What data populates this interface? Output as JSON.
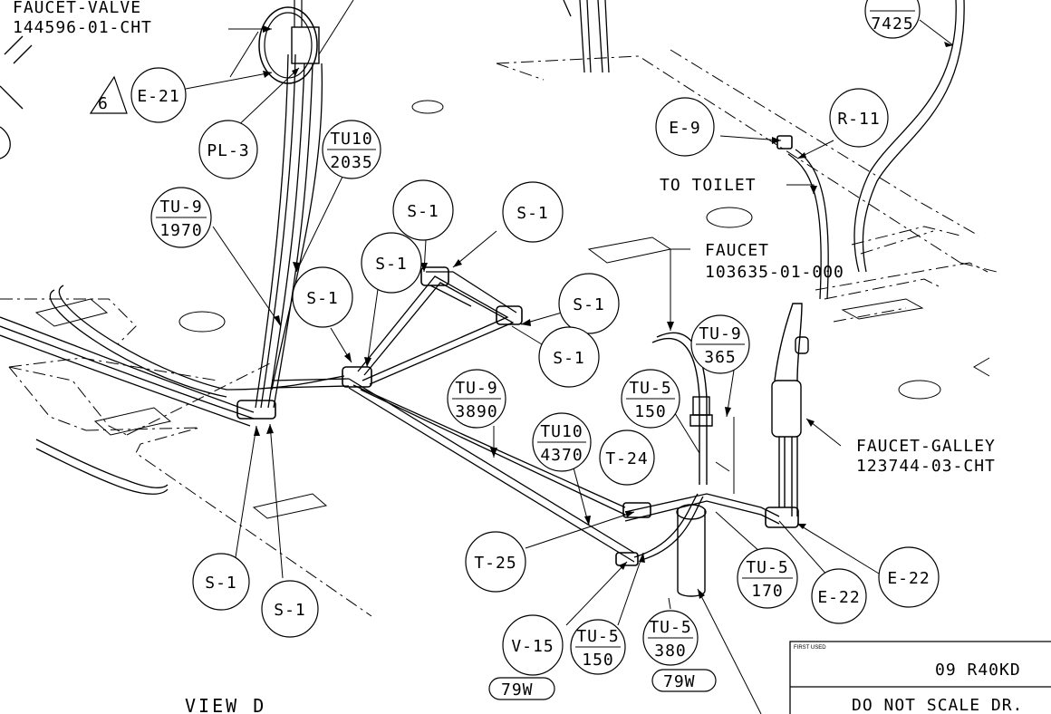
{
  "drawing": {
    "view_title": "VIEW D",
    "callouts": {
      "faucet_valve_title": "FAUCET-VALVE",
      "faucet_valve_pn": "144596-01-CHT",
      "faucet_title": "FAUCET",
      "faucet_pn": "103635-01-000",
      "faucet_galley_title": "FAUCET-GALLEY",
      "faucet_galley_pn": "123744-03-CHT",
      "to_toilet": "TO TOILET",
      "note_triangle": "6"
    },
    "bubbles": [
      {
        "id": "b1",
        "top": "",
        "bottom": "7425"
      },
      {
        "id": "b2",
        "text": "E-21"
      },
      {
        "id": "b3",
        "text": "PL-3"
      },
      {
        "id": "b4",
        "top": "TU10",
        "bottom": "2035"
      },
      {
        "id": "b5",
        "top": "TU-9",
        "bottom": "1970"
      },
      {
        "id": "b6",
        "text": "E-9"
      },
      {
        "id": "b7",
        "text": "R-11"
      },
      {
        "id": "b8",
        "text": "S-1"
      },
      {
        "id": "b9",
        "text": "S-1"
      },
      {
        "id": "b10",
        "text": "S-1"
      },
      {
        "id": "b11",
        "text": "S-1"
      },
      {
        "id": "b12",
        "text": "S-1"
      },
      {
        "id": "b13",
        "text": "S-1"
      },
      {
        "id": "b14",
        "top": "TU-9",
        "bottom": "365"
      },
      {
        "id": "b15",
        "top": "TU-5",
        "bottom": "150"
      },
      {
        "id": "b16",
        "top": "TU-9",
        "bottom": "3890"
      },
      {
        "id": "b17",
        "top": "TU10",
        "bottom": "4370"
      },
      {
        "id": "b18",
        "text": "T-24"
      },
      {
        "id": "b19",
        "text": "T-25"
      },
      {
        "id": "b20",
        "text": "S-1"
      },
      {
        "id": "b21",
        "text": "S-1"
      },
      {
        "id": "b22",
        "top": "TU-5",
        "bottom": "170"
      },
      {
        "id": "b23",
        "text": "E-22"
      },
      {
        "id": "b24",
        "text": "E-22"
      },
      {
        "id": "b25",
        "text": "V-15"
      },
      {
        "id": "b26",
        "top": "TU-5",
        "bottom": "150"
      },
      {
        "id": "b27",
        "top": "TU-5",
        "bottom": "380"
      }
    ],
    "pills": [
      "79W",
      "79W"
    ],
    "title_block": {
      "first_used_label": "FIRST USED",
      "first_used_value": "09 R40KD",
      "note": "DO NOT SCALE DR."
    }
  }
}
